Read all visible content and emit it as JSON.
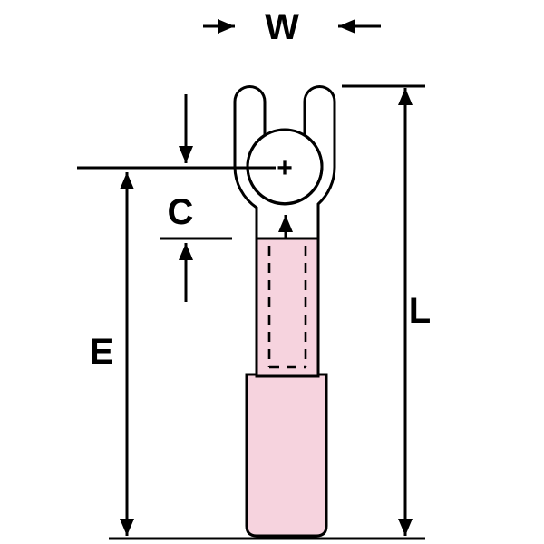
{
  "colors": {
    "background": "#ffffff",
    "line": "#000000",
    "metal_fill": "#ffffff",
    "barrel_fill": "#f6d3de"
  },
  "diagram": {
    "labels": {
      "width": "W",
      "c_dimension": "C",
      "e_dimension": "E",
      "length": "L",
      "center_mark": "+"
    }
  }
}
